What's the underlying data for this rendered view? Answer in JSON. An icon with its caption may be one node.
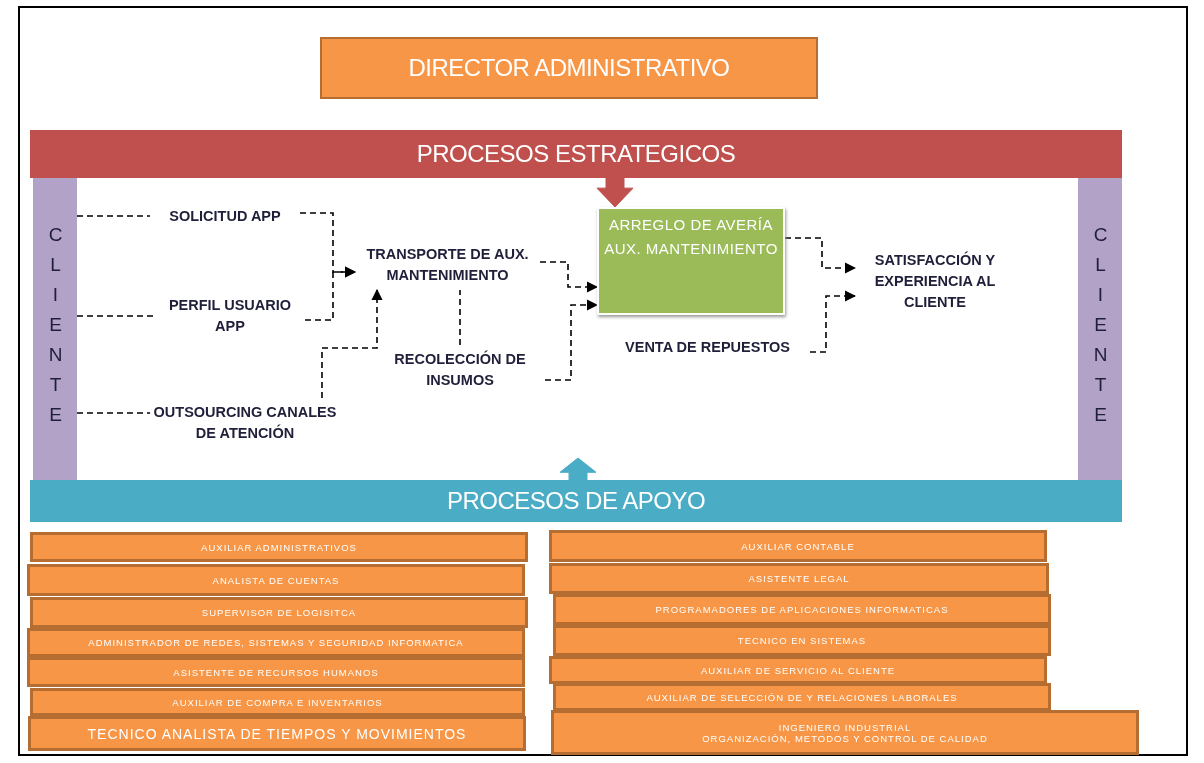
{
  "diagram": {
    "nodes": [
      {
        "text": [
          "DIRECTOR ADMINISTRATIVO"
        ]
      },
      {
        "text": [
          "PROCESOS ESTRATEGICOS"
        ]
      },
      {
        "text": [
          "CLIENTE"
        ]
      },
      {
        "text": [
          "CLIENTE"
        ]
      },
      {
        "text": [
          "SOLICITUD APP"
        ]
      },
      {
        "text": [
          "PERFIL USUARIO APP"
        ]
      },
      {
        "text": [
          "OUTSOURCING CANALES DE ATENCIÓN"
        ]
      },
      {
        "text": [
          "TRANSPORTE DE AUX. MANTENIMIENTO"
        ]
      },
      {
        "text": [
          "RECOLECCIÓN DE INSUMOS"
        ]
      },
      {
        "text": [
          "ARREGLO DE AVERÍA AUX. MANTENIMIENTO"
        ]
      },
      {
        "text": [
          "VENTA DE REPUESTOS"
        ]
      },
      {
        "text": [
          "SATISFACCIÓN Y EXPERIENCIA AL CLIENTE"
        ]
      },
      {
        "text": [
          "PROCESOS DE APOYO"
        ]
      },
      {
        "text": [
          "AUXILIAR ADMINISTRATIVOS"
        ]
      },
      {
        "text": [
          "ANALISTA DE CUENTAS"
        ]
      },
      {
        "text": [
          "SUPERVISOR DE LOGISITCA"
        ]
      },
      {
        "text": [
          "ADMINISTRADOR DE REDES, SISTEMAS Y SEGURIDAD INFORMATICA"
        ]
      },
      {
        "text": [
          "ASISTENTE DE RECURSOS HUMANOS"
        ]
      },
      {
        "text": [
          "AUXILIAR DE COMPRA E INVENTARIOS"
        ]
      },
      {
        "text": [
          "TECNICO ANALISTA DE TIEMPOS Y MOVIMIENTOS"
        ]
      },
      {
        "text": [
          "AUXILIAR CONTABLE"
        ]
      },
      {
        "text": [
          "ASISTENTE LEGAL"
        ]
      },
      {
        "text": [
          "PROGRAMADORES DE APLICACIONES INFORMATICAS"
        ]
      },
      {
        "text": [
          "TECNICO EN SISTEMAS"
        ]
      },
      {
        "text": [
          "AUXILIAR DE SERVICIO AL CLIENTE"
        ]
      },
      {
        "text": [
          "AUXILIAR DE SELECCIÓN DE Y RELACIONES LABORALES"
        ]
      },
      {
        "text": [
          "INGENIERO INDUSTRIAL",
          "ORGANIZACIÓN, METODOS Y CONTROL DE CALIDAD"
        ]
      }
    ],
    "edges": [
      {
        "from": 2,
        "to": 4,
        "arrow": "none",
        "style": "dashed"
      },
      {
        "from": 2,
        "to": 5,
        "arrow": "none",
        "style": "dashed"
      },
      {
        "from": 2,
        "to": 6,
        "arrow": "none",
        "style": "dashed"
      },
      {
        "from": 4,
        "to": 7,
        "arrow": "to",
        "style": "dashed"
      },
      {
        "from": 5,
        "to": 7,
        "arrow": "to",
        "style": "dashed"
      },
      {
        "from": 6,
        "to": 7,
        "arrow": "to",
        "style": "dashed"
      },
      {
        "from": 8,
        "to": 7,
        "arrow": "none",
        "style": "dashed"
      },
      {
        "from": 7,
        "to": 9,
        "arrow": "to",
        "style": "dashed"
      },
      {
        "from": 8,
        "to": 9,
        "arrow": "to",
        "style": "dashed"
      },
      {
        "from": 9,
        "to": 11,
        "arrow": "to",
        "style": "dashed"
      },
      {
        "from": 10,
        "to": 11,
        "arrow": "to",
        "style": "dashed"
      },
      {
        "from": 1,
        "to": 9,
        "arrow": "to",
        "style": "thick",
        "color": "#c0504d"
      },
      {
        "from": 12,
        "to": null,
        "arrow": "to",
        "style": "thick",
        "color": "#4bacc6"
      }
    ]
  }
}
